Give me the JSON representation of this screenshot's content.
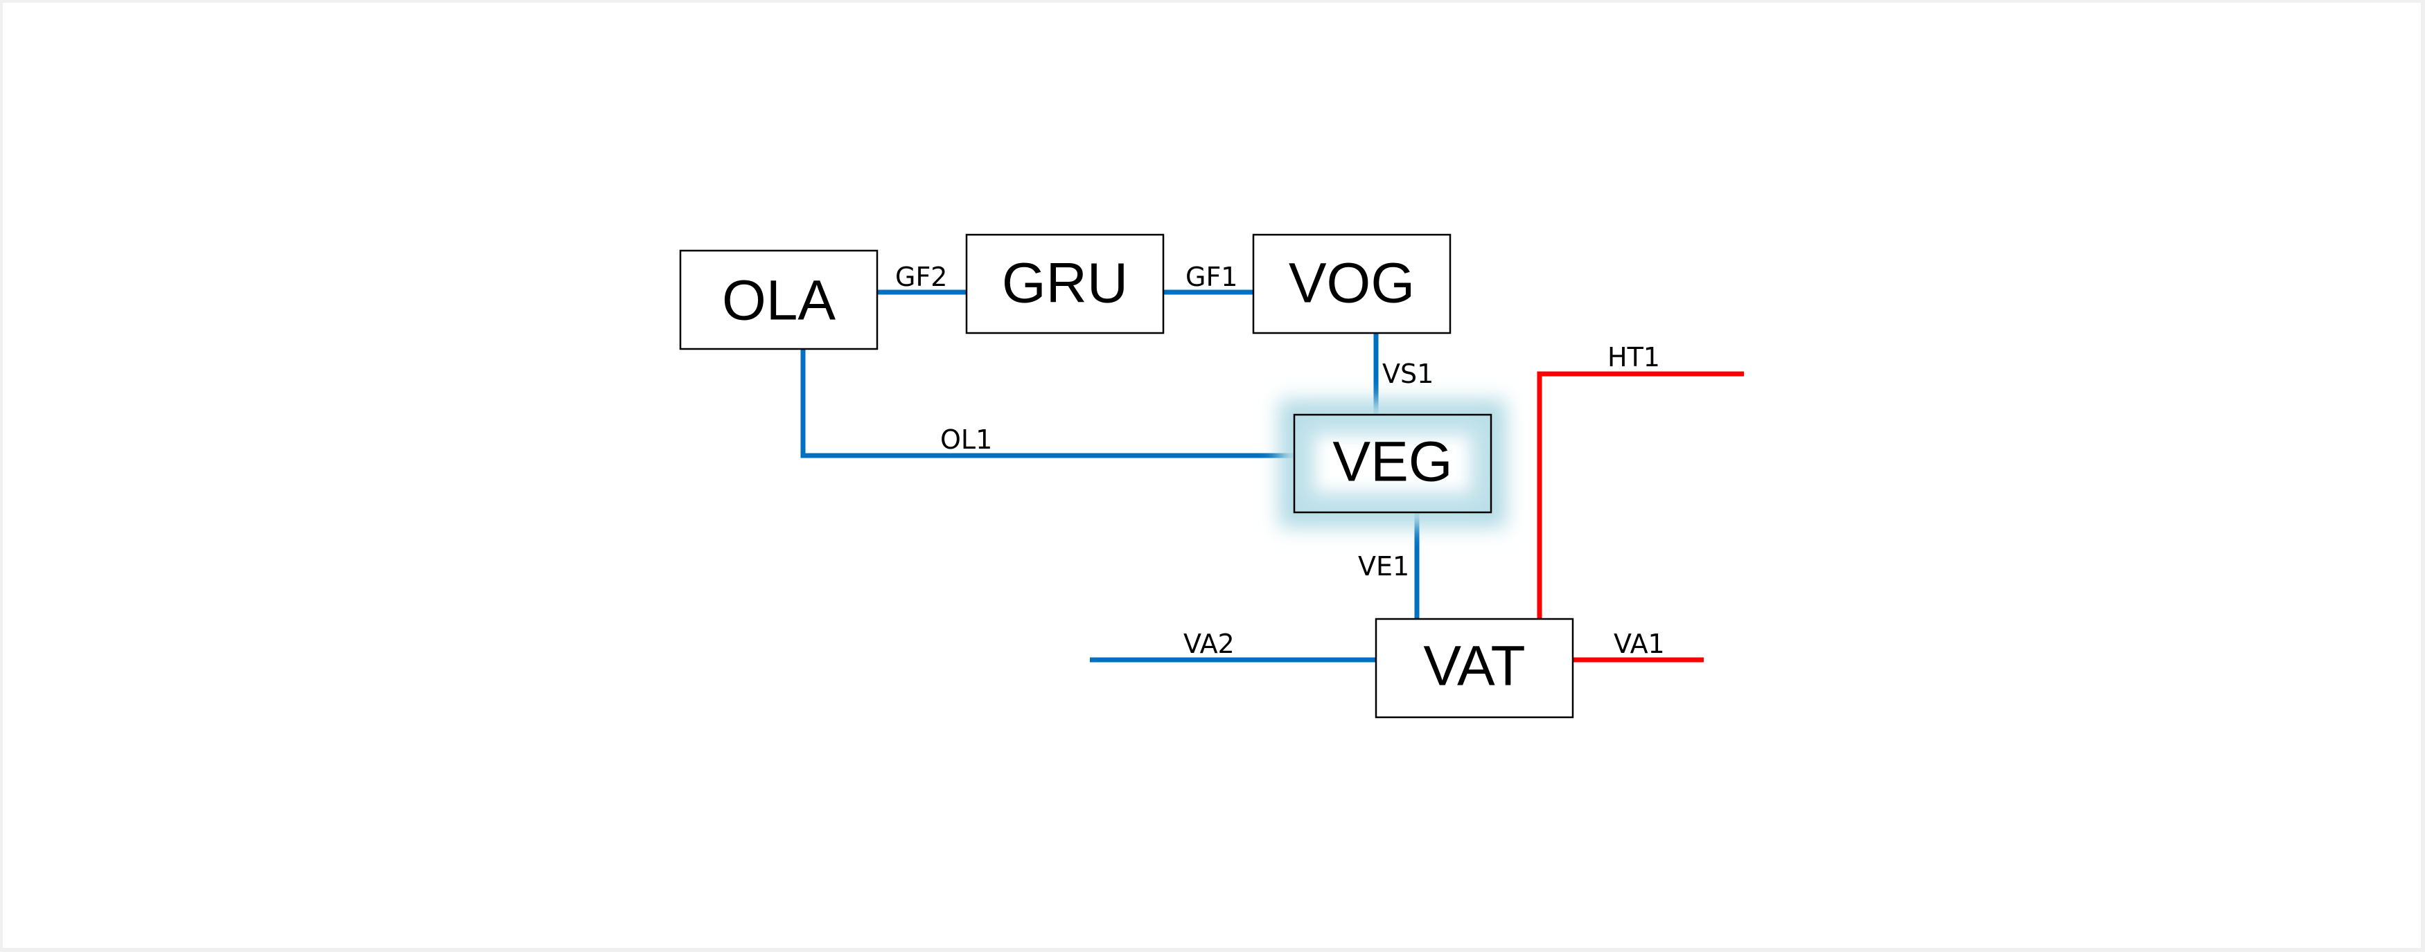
{
  "diagram": {
    "colors": {
      "blue_line": "#0070c0",
      "red_line": "#ff0000",
      "highlight_glow": "#b3dbe5"
    },
    "nodes": [
      {
        "id": "OLA",
        "label": "OLA",
        "highlighted": false
      },
      {
        "id": "GRU",
        "label": "GRU",
        "highlighted": false
      },
      {
        "id": "VOG",
        "label": "VOG",
        "highlighted": false
      },
      {
        "id": "VEG",
        "label": "VEG",
        "highlighted": true
      },
      {
        "id": "VAT",
        "label": "VAT",
        "highlighted": false
      }
    ],
    "edges": [
      {
        "id": "GF2",
        "label": "GF2",
        "from": "OLA",
        "to": "GRU",
        "color": "blue"
      },
      {
        "id": "GF1",
        "label": "GF1",
        "from": "GRU",
        "to": "VOG",
        "color": "blue"
      },
      {
        "id": "VS1",
        "label": "VS1",
        "from": "VOG",
        "to": "VEG",
        "color": "blue"
      },
      {
        "id": "OL1",
        "label": "OL1",
        "from": "OLA",
        "to": "VEG",
        "color": "blue"
      },
      {
        "id": "VE1",
        "label": "VE1",
        "from": "VEG",
        "to": "VAT",
        "color": "blue"
      },
      {
        "id": "VA2",
        "label": "VA2",
        "from": null,
        "to": "VAT",
        "color": "blue"
      },
      {
        "id": "VA1",
        "label": "VA1",
        "from": "VAT",
        "to": null,
        "color": "red"
      },
      {
        "id": "HT1",
        "label": "HT1",
        "from": "VAT",
        "to": null,
        "color": "red"
      }
    ]
  }
}
